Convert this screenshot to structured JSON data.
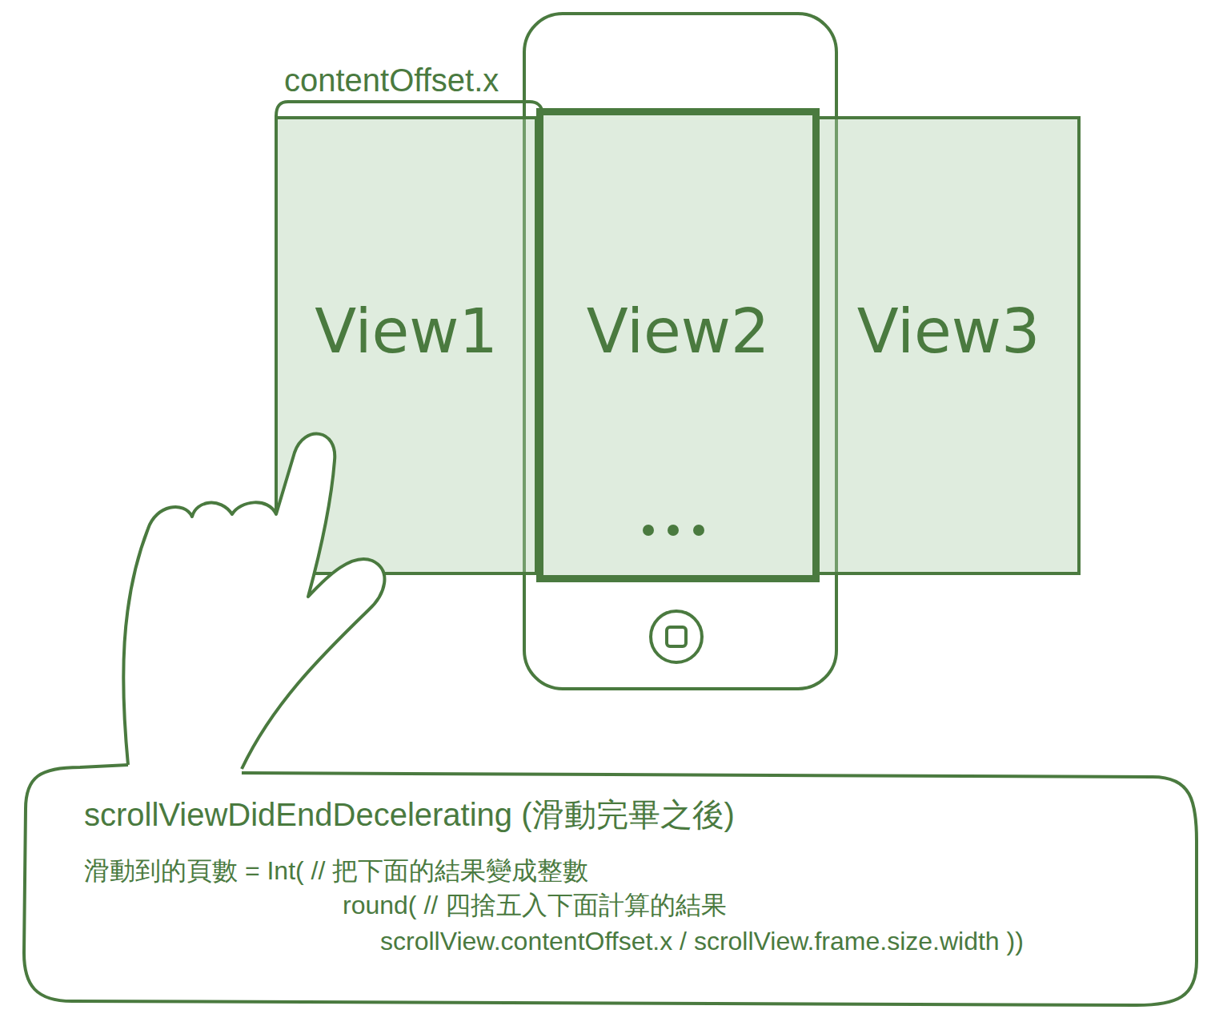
{
  "diagram": {
    "nodes": [
      {
        "text": [
          "View1"
        ]
      },
      {
        "text": [
          "View2"
        ]
      },
      {
        "text": [
          "View3"
        ]
      },
      {
        "text": [
          "scrollViewDidEndDecelerating (滑動完畢之後)",
          "滑動到的頁數 = Int( // 把下面的結果變成整數",
          "round( // 四捨五入下面計算的結果",
          "scrollView.contentOffset.x / scrollView.frame.size.width ))"
        ]
      }
    ],
    "labels": [
      "contentOffset.x"
    ]
  }
}
